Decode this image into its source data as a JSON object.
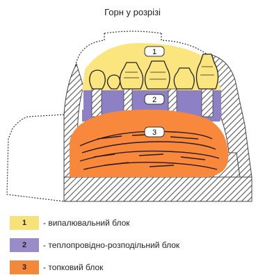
{
  "title": "Горн у розрізі",
  "colors": {
    "zone1": "#FBE57E",
    "zone2": "#8E80C4",
    "zone3": "#F7883C",
    "legend1": "#F7E27A",
    "legend2": "#9A8CC8",
    "legend3": "#F2883A",
    "hatch": "#555555"
  },
  "markers": {
    "m1": "1",
    "m2": "2",
    "m3": "3"
  },
  "legend": [
    {
      "number": "1",
      "label": "- випалювальний блок"
    },
    {
      "number": "2",
      "label": "- теплопровідно-розподільний блок"
    },
    {
      "number": "3",
      "label": "- топковий блок"
    }
  ]
}
